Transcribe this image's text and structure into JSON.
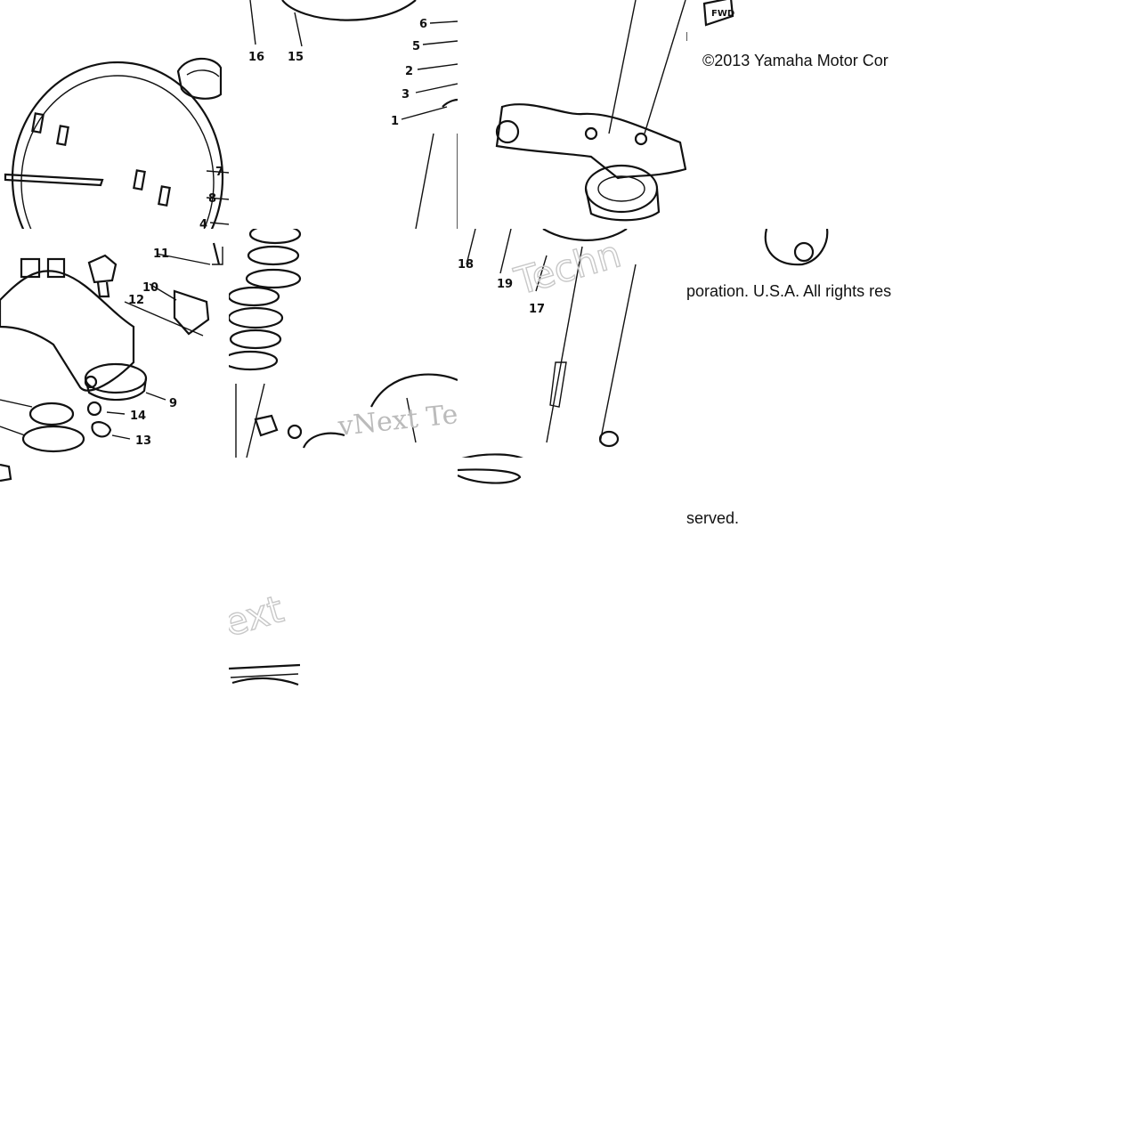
{
  "copyright": {
    "line1": "©2013 Yamaha Motor Cor",
    "line2": "poration. U.S.A. All rights res",
    "line3": "served."
  },
  "watermark": {
    "text_a": "vNext Te",
    "text_b": "Techn",
    "text_c": "ext"
  },
  "callouts": {
    "c1": "1",
    "c2": "2",
    "c3": "3",
    "c4": "4",
    "c5": "5",
    "c6": "6",
    "c7": "7",
    "c8": "8",
    "c9": "9",
    "c10": "10",
    "c11": "11",
    "c12": "12",
    "c13": "13",
    "c14": "14",
    "c15": "15",
    "c16": "16",
    "c17": "17",
    "c18": "18",
    "c19": "19"
  },
  "fwd_label": "FWD"
}
